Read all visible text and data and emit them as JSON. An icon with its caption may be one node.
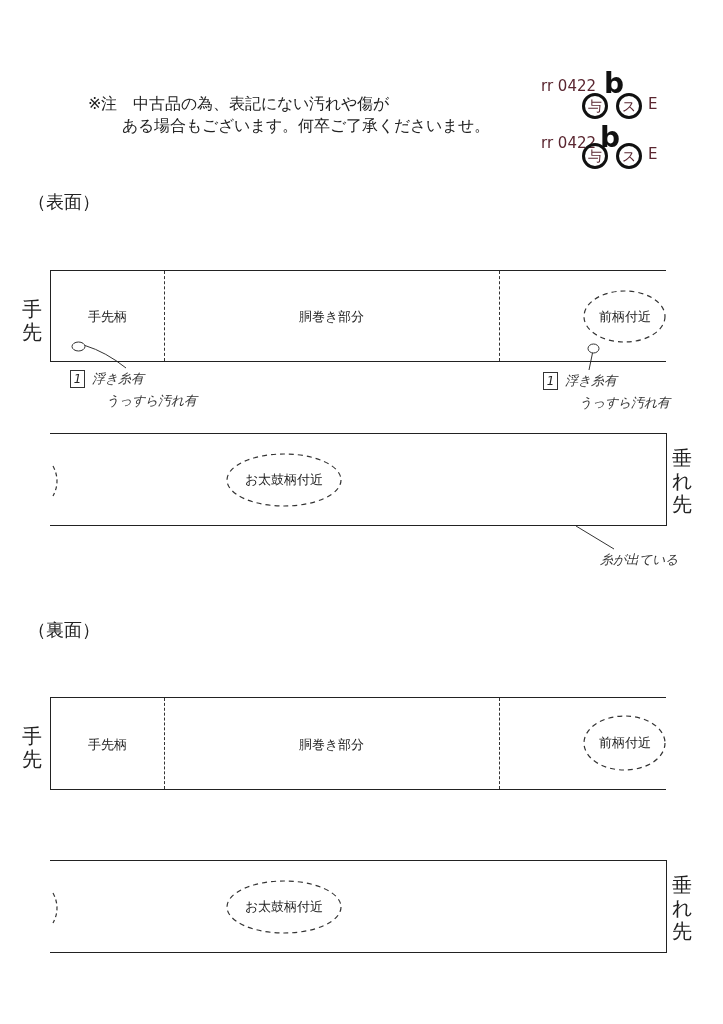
{
  "diagram": {
    "nodes": [
      {
        "text": [],
        "shape": "box",
        "beside": [
          "手先"
        ]
      },
      {
        "text": [
          "手先柄"
        ],
        "in": 0
      },
      {
        "text": [
          "胴巻き部分"
        ],
        "in": 0
      },
      {
        "text": [
          "前柄付近"
        ],
        "in": 0
      },
      {
        "text": [],
        "shape": "circle",
        "in": 0
      },
      {
        "text": [
          "1",
          "浮き糸有うっすら汚れ有"
        ]
      },
      {
        "text": [],
        "shape": "circle",
        "in": 0
      },
      {
        "text": [
          "1",
          "浮き糸有うっすら汚れ有"
        ]
      },
      {
        "text": [],
        "shape": "box",
        "beside": [
          "垂れ先"
        ]
      },
      {
        "text": [
          "お太鼓柄付近"
        ],
        "in": 8
      },
      {
        "text": [
          "糸が出ている"
        ]
      },
      {
        "text": [],
        "shape": "box",
        "beside": [
          "手先"
        ]
      },
      {
        "text": [
          "手先柄"
        ],
        "in": 11
      },
      {
        "text": [
          "胴巻き部分"
        ],
        "in": 11
      },
      {
        "text": [
          "前柄付近"
        ],
        "in": 11
      },
      {
        "text": [],
        "shape": "box",
        "beside": [
          "垂れ先"
        ]
      },
      {
        "text": [
          "お太鼓柄付近"
        ],
        "in": 15
      }
    ],
    "edges": [
      {
        "from": 5,
        "to": 4,
        "arrow": "none"
      },
      {
        "from": 7,
        "to": 6,
        "arrow": "none"
      },
      {
        "from": 10,
        "to": 8,
        "arrow": "none"
      }
    ],
    "labels": [
      "rr 0422",
      "b",
      "与",
      "ス",
      "E",
      "※注　中古品の為、表記にない汚れや傷がある場合もございます。何卒ご了承くださいませ。",
      "rr 0422",
      "b",
      "与",
      "ス",
      "E",
      "（表面）",
      "（裏面）"
    ]
  }
}
